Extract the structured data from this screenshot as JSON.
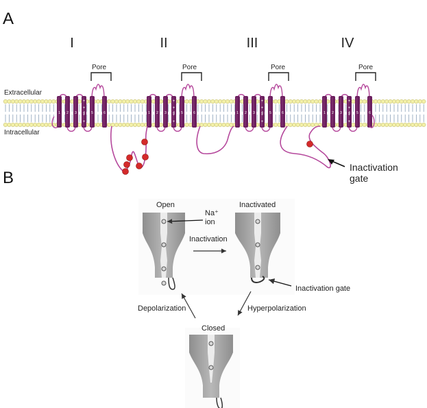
{
  "panel_a": {
    "label": "A",
    "domains": [
      "I",
      "II",
      "III",
      "IV"
    ],
    "pore_label": "Pore",
    "extracellular_label": "Extracellular",
    "intracellular_label": "Intracellular",
    "segment_numbers": [
      "1",
      "2",
      "3",
      "4",
      "5",
      "6"
    ],
    "inactivation_gate_label": "Inactivation\ngate"
  },
  "panel_b": {
    "label": "B",
    "states": {
      "open": "Open",
      "inactivated": "Inactivated",
      "closed": "Closed"
    },
    "ion_label": "Na⁺\nion",
    "transitions": {
      "inactivation": "Inactivation",
      "hyperpolarization": "Hyperpolarization",
      "depolarization": "Depolarization"
    },
    "inactivation_gate_label": "Inactivation gate"
  },
  "colors": {
    "segment": "#6b1f5e",
    "segment_light": "#8a3a7a",
    "loop": "#b5489c",
    "lipid_head": "#f3f0a8",
    "lipid_head_stroke": "#b9b46a",
    "phosphate_red": "#d42a2a",
    "channel_gray": "#9a9a9a",
    "pore_light": "#ededed"
  }
}
